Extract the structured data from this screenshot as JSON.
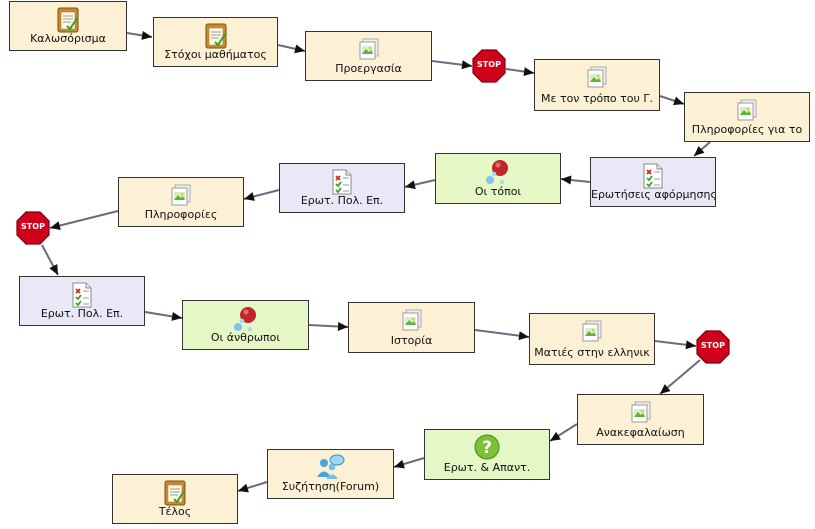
{
  "nodes": [
    {
      "id": "n1",
      "label": "Καλωσόρισμα",
      "kind": "activity",
      "icon": "notebook-icon"
    },
    {
      "id": "n2",
      "label": "Στόχοι μαθήματος",
      "kind": "activity",
      "icon": "notebook-icon"
    },
    {
      "id": "n3",
      "label": "Προεργασία",
      "kind": "activity",
      "icon": "image-doc-icon"
    },
    {
      "id": "n4",
      "label": "Με τον τρόπο του Γ.",
      "kind": "activity",
      "icon": "image-doc-icon"
    },
    {
      "id": "n5",
      "label": "Πληροφορίες για το",
      "kind": "activity",
      "icon": "image-doc-icon"
    },
    {
      "id": "n6",
      "label": "Ερωτήσεις αφόρμησης",
      "kind": "assessment",
      "icon": "checklist-icon"
    },
    {
      "id": "n7",
      "label": "Οι τόποι",
      "kind": "group",
      "icon": "bubbles-icon"
    },
    {
      "id": "n8",
      "label": "Ερωτ. Πολ. Επ.",
      "kind": "assessment",
      "icon": "checklist-icon"
    },
    {
      "id": "n9",
      "label": "Πληροφορίες",
      "kind": "activity",
      "icon": "image-doc-icon"
    },
    {
      "id": "n10",
      "label": "Ερωτ. Πολ. Επ.",
      "kind": "assessment",
      "icon": "checklist-icon"
    },
    {
      "id": "n11",
      "label": "Οι άνθρωποι",
      "kind": "group",
      "icon": "bubbles-icon"
    },
    {
      "id": "n12",
      "label": "Ιστορία",
      "kind": "activity",
      "icon": "image-doc-icon"
    },
    {
      "id": "n13",
      "label": "Ματιές στην ελληνικ",
      "kind": "activity",
      "icon": "image-doc-icon"
    },
    {
      "id": "n14",
      "label": "Ανακεφαλαίωση",
      "kind": "activity",
      "icon": "image-doc-icon"
    },
    {
      "id": "n15",
      "label": "Ερωτ. & Απαντ.",
      "kind": "group",
      "icon": "question-icon"
    },
    {
      "id": "n16",
      "label": "Συζήτηση(Forum)",
      "kind": "activity",
      "icon": "forum-people-icon"
    },
    {
      "id": "n17",
      "label": "Τέλος",
      "kind": "activity",
      "icon": "notebook-icon"
    }
  ],
  "stops": [
    {
      "id": "s1",
      "label": "STOP"
    },
    {
      "id": "s2",
      "label": "STOP"
    },
    {
      "id": "s3",
      "label": "STOP"
    }
  ],
  "flow": [
    "n1",
    "n2",
    "n3",
    "s1",
    "n4",
    "n5",
    "n6",
    "n7",
    "n8",
    "n9",
    "s2",
    "n10",
    "n11",
    "n12",
    "n13",
    "s3",
    "n14",
    "n15",
    "n16",
    "n17"
  ],
  "colors": {
    "activity_fill": "#fcf1d4",
    "assessment_fill": "#e9e8f6",
    "group_fill": "#e5f7c4",
    "stop_fill": "#d0021b",
    "connector": "#6a6a80"
  }
}
